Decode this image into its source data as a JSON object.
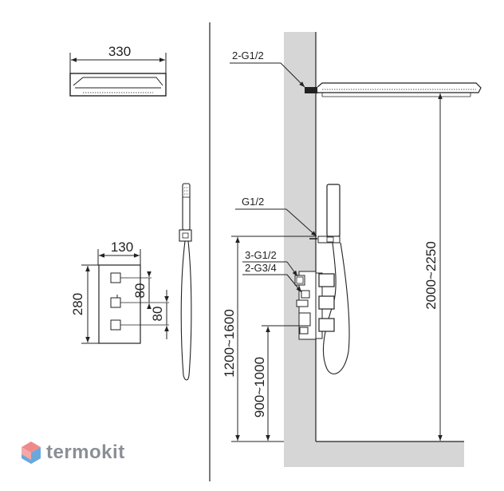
{
  "dimensions": {
    "shower_head_width": "330",
    "mixer_width": "130",
    "mixer_height": "280",
    "handle_spacing_1": "80",
    "handle_spacing_2": "80",
    "shower_head_height": "2000~2250",
    "hand_shower_height": "1200~1600",
    "mixer_height_floor": "900~1000"
  },
  "labels": {
    "head_connection": "2-G1/2",
    "hand_connection": "G1/2",
    "mixer_connection_1": "3-G1/2",
    "mixer_connection_2": "2-G3/4"
  },
  "logo": {
    "text": "termokit",
    "colors": {
      "top": "#f08a8a",
      "bottom": "#6aa8dc"
    }
  },
  "colors": {
    "wall": "#d6d6d6",
    "line": "#222222"
  }
}
